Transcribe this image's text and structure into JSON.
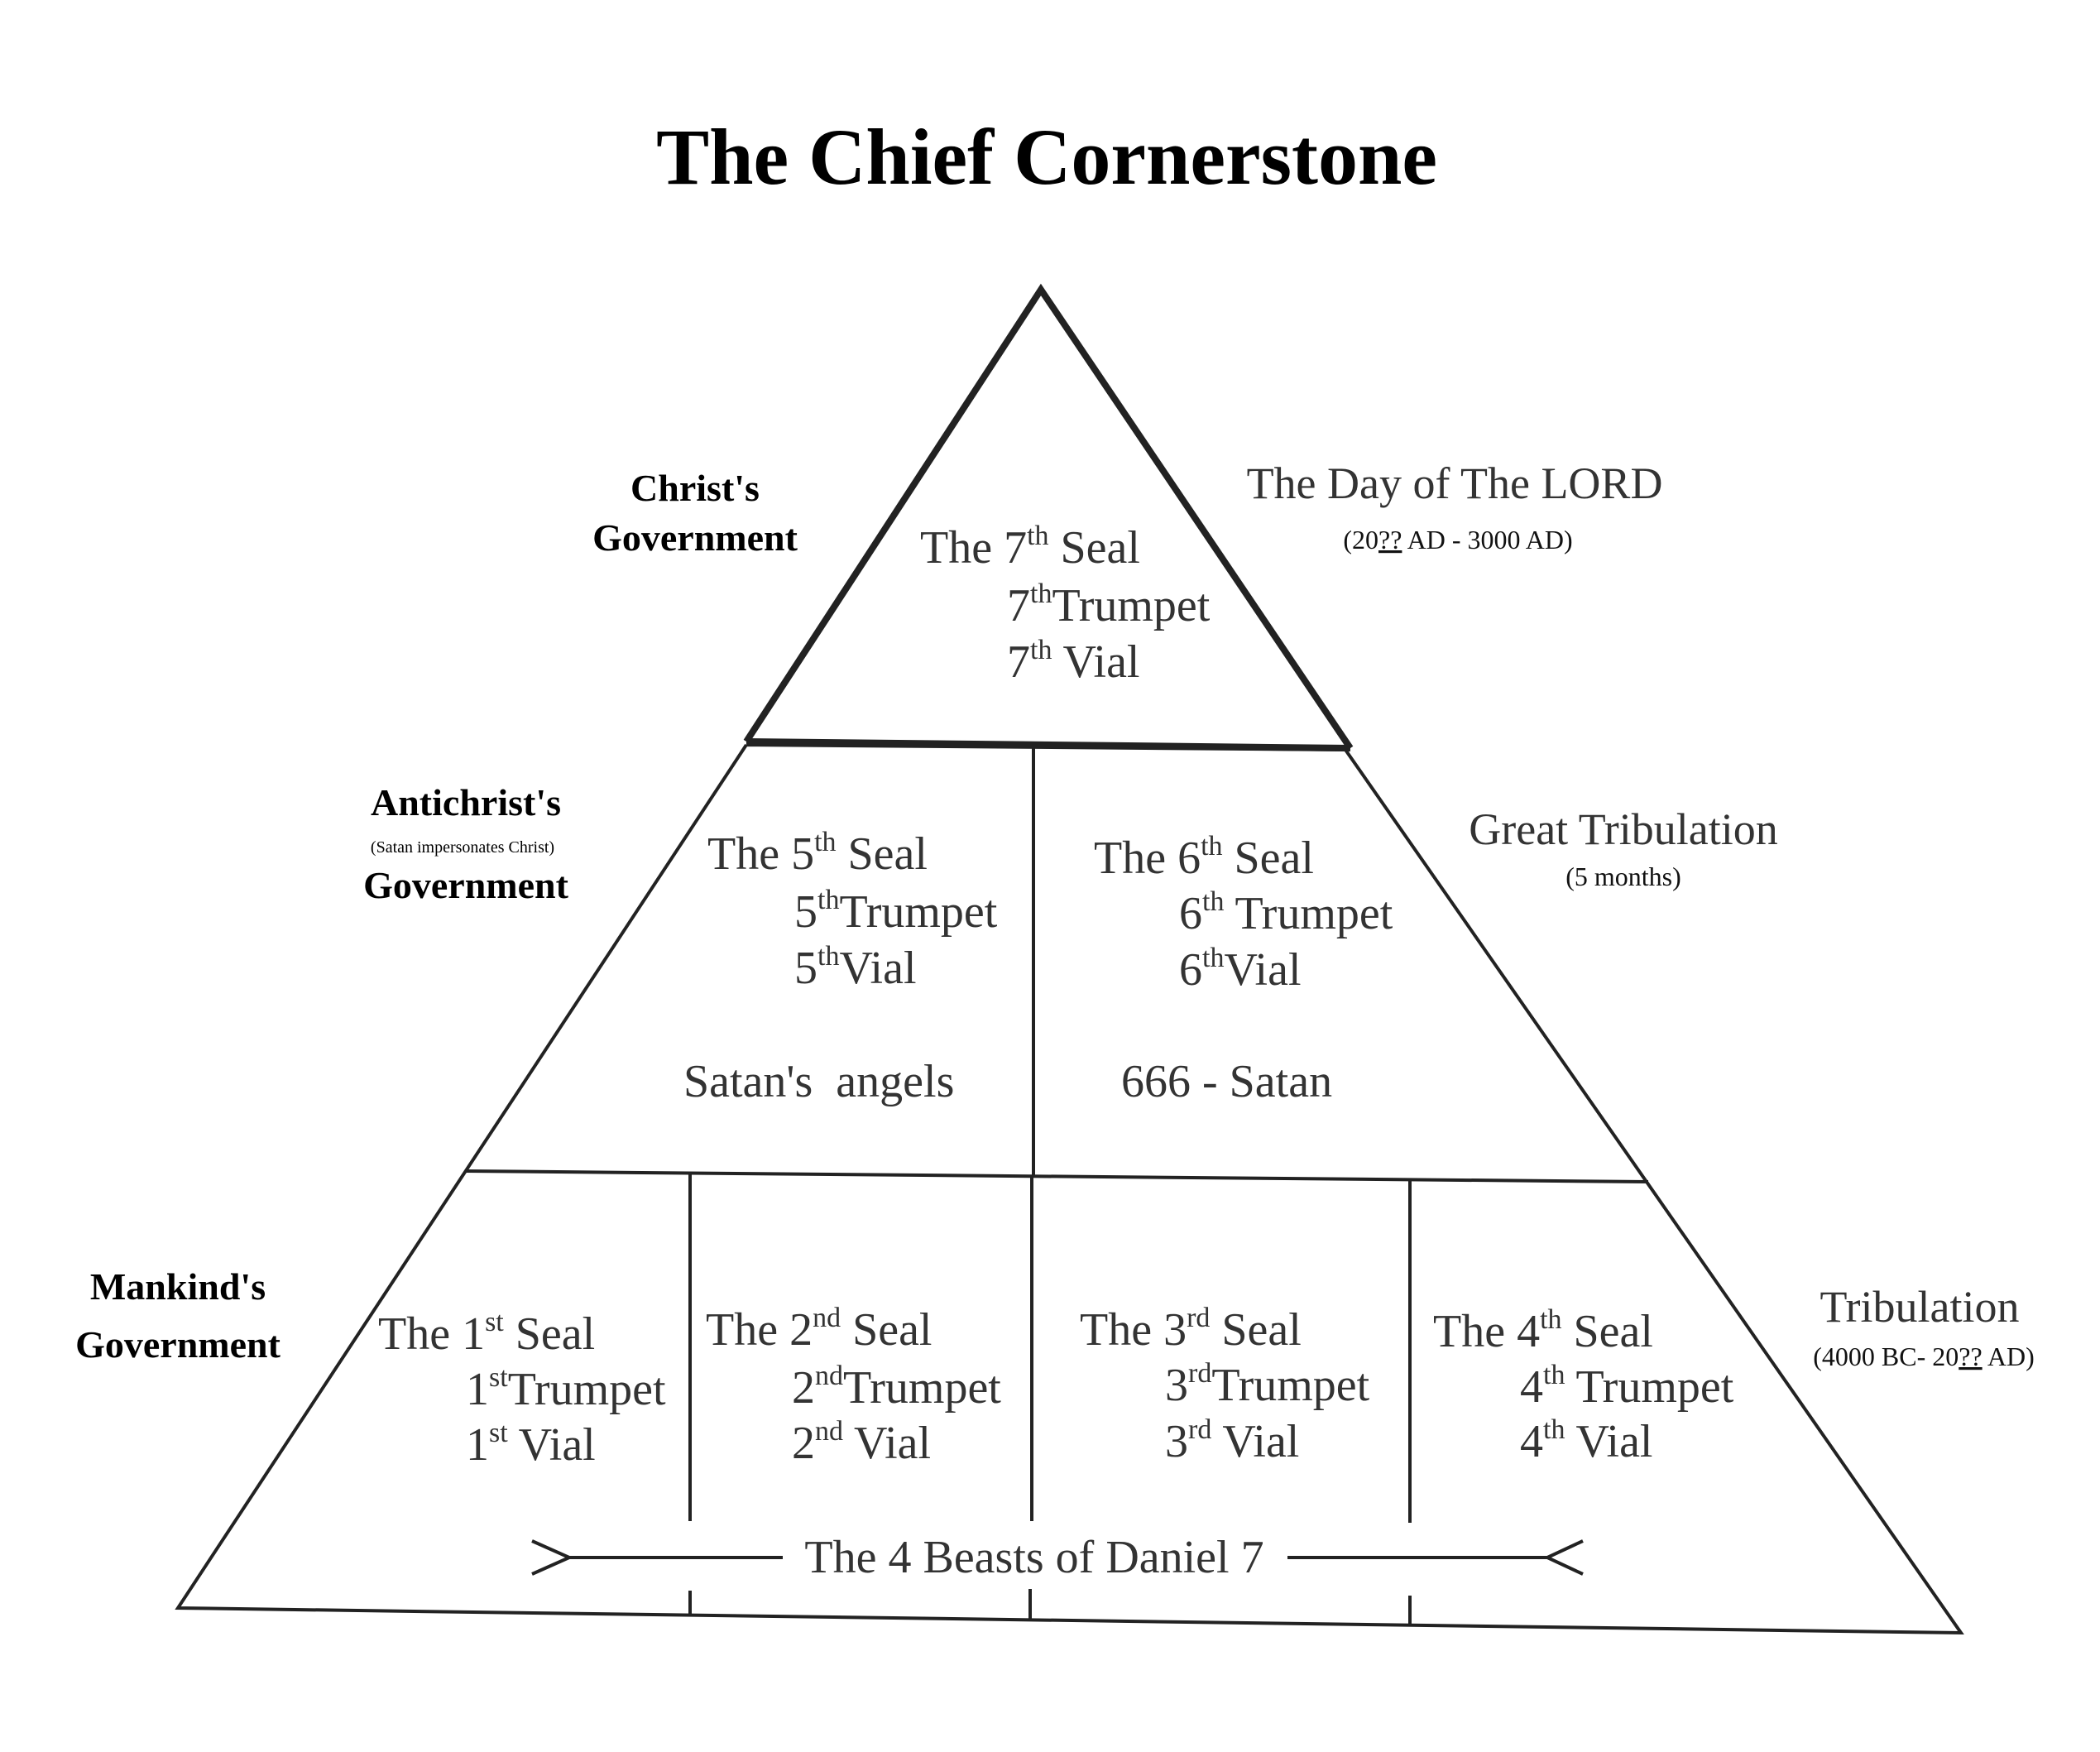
{
  "title": "The Chief Cornerstone",
  "left_labels": {
    "christ": {
      "line1": "Christ's",
      "line2": "Government"
    },
    "antichrist": {
      "line1": "Antichrist's",
      "note": "(Satan impersonates Christ)",
      "line2": "Government"
    },
    "mankind": {
      "line1": "Mankind's",
      "line2": "Government"
    }
  },
  "right_labels": {
    "day_of_lord": {
      "name": "The Day of The LORD",
      "range_prefix": "(20",
      "range_unknown": "??",
      "range_suffix": " AD - 3000 AD)"
    },
    "great_tribulation": {
      "name": "Great Tribulation",
      "range": "(5 months)"
    },
    "tribulation": {
      "name": "Tribulation",
      "range_prefix": "(4000 BC- 20",
      "range_unknown": "??",
      "range_suffix": " AD)"
    }
  },
  "cells": {
    "seventh": {
      "line1_pre": "The 7",
      "line1_sup": "th",
      "line1_post": " Seal",
      "line2_pre": "7",
      "line2_sup": "th",
      "line2_post": "Trumpet",
      "line3_pre": "7",
      "line3_sup": "th",
      "line3_post": " Vial"
    },
    "fifth": {
      "line1_pre": "The 5",
      "line1_sup": "th",
      "line1_post": " Seal",
      "line2_pre": "5",
      "line2_sup": "th",
      "line2_post": "Trumpet",
      "line3_pre": "5",
      "line3_sup": "th",
      "line3_post": "Vial",
      "note": "Satan's  angels"
    },
    "sixth": {
      "line1_pre": "The 6",
      "line1_sup": "th",
      "line1_post": " Seal",
      "line2_pre": "6",
      "line2_sup": "th",
      "line2_post": " Trumpet",
      "line3_pre": "6",
      "line3_sup": "th",
      "line3_post": "Vial",
      "note": "666 - Satan"
    },
    "first": {
      "line1_pre": "The 1",
      "line1_sup": "st",
      "line1_post": " Seal",
      "line2_pre": "1",
      "line2_sup": "st",
      "line2_post": "Trumpet",
      "line3_pre": "1",
      "line3_sup": "st",
      "line3_post": " Vial"
    },
    "second": {
      "line1_pre": "The 2",
      "line1_sup": "nd",
      "line1_post": " Seal",
      "line2_pre": "2",
      "line2_sup": "nd",
      "line2_post": "Trumpet",
      "line3_pre": "2",
      "line3_sup": "nd",
      "line3_post": " Vial"
    },
    "third": {
      "line1_pre": "The 3",
      "line1_sup": "rd",
      "line1_post": " Seal",
      "line2_pre": "3",
      "line2_sup": "rd",
      "line2_post": "Trumpet",
      "line3_pre": "3",
      "line3_sup": "rd",
      "line3_post": " Vial"
    },
    "fourth": {
      "line1_pre": "The 4",
      "line1_sup": "th",
      "line1_post": " Seal",
      "line2_pre": "4",
      "line2_sup": "th",
      "line2_post": " Trumpet",
      "line3_pre": "4",
      "line3_sup": "th",
      "line3_post": " Vial"
    }
  },
  "beasts_label": "The 4 Beasts of Daniel 7"
}
